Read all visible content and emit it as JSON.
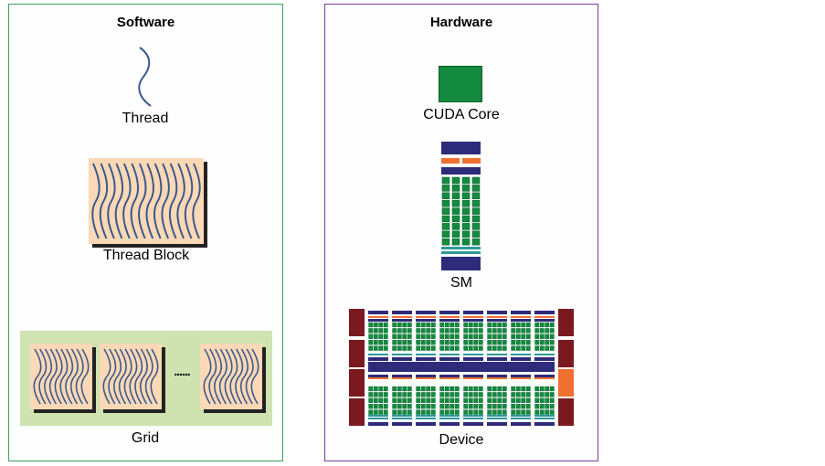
{
  "software": {
    "title": "Software",
    "thread_label": "Thread",
    "block_label": "Thread Block",
    "grid_label": "Grid",
    "grid_ellipsis": "......"
  },
  "hardware": {
    "title": "Hardware",
    "core_label": "CUDA Core",
    "sm_label": "SM",
    "device_label": "Device"
  },
  "colors": {
    "software_border": "#3aa35c",
    "hardware_border": "#7b3f98",
    "thread_line": "#3a5a8c",
    "block_fill": "#fbd8b6",
    "grid_fill": "#cfe3b0",
    "core_green": "#138a3f",
    "sm_navy": "#2e2b7a",
    "sm_orange": "#f07030",
    "sm_teal": "#2c9a9a",
    "device_red": "#7a1a1f"
  },
  "icons": [
    "thread-squiggle-icon",
    "thread-block-icon",
    "grid-block-icon",
    "cuda-core-icon",
    "sm-icon",
    "device-icon"
  ]
}
